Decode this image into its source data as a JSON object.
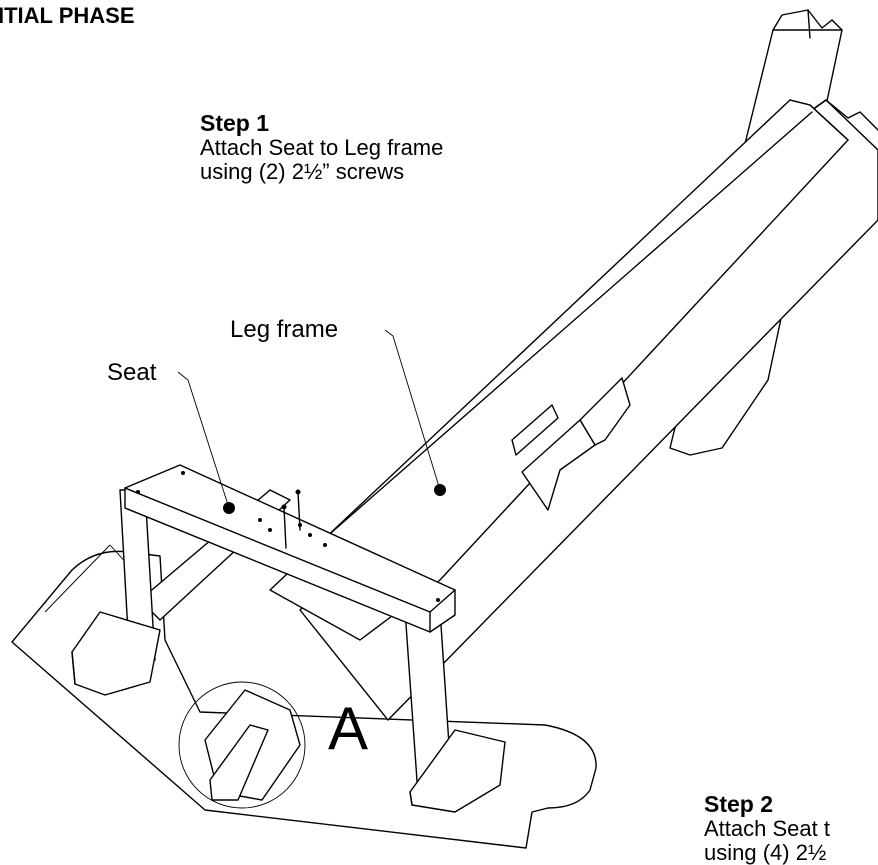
{
  "header": {
    "phase_title": "ITIAL PHASE"
  },
  "steps": [
    {
      "title": "Step 1",
      "lines": [
        "Attach Seat to Leg frame",
        "using (2) 2½” screws"
      ]
    },
    {
      "title": "Step 2",
      "lines": [
        "Attach Seat t",
        "using (4) 2½"
      ]
    }
  ],
  "callouts": {
    "seat": "Seat",
    "leg_frame": "Leg frame"
  },
  "detail": {
    "letter": "A"
  }
}
